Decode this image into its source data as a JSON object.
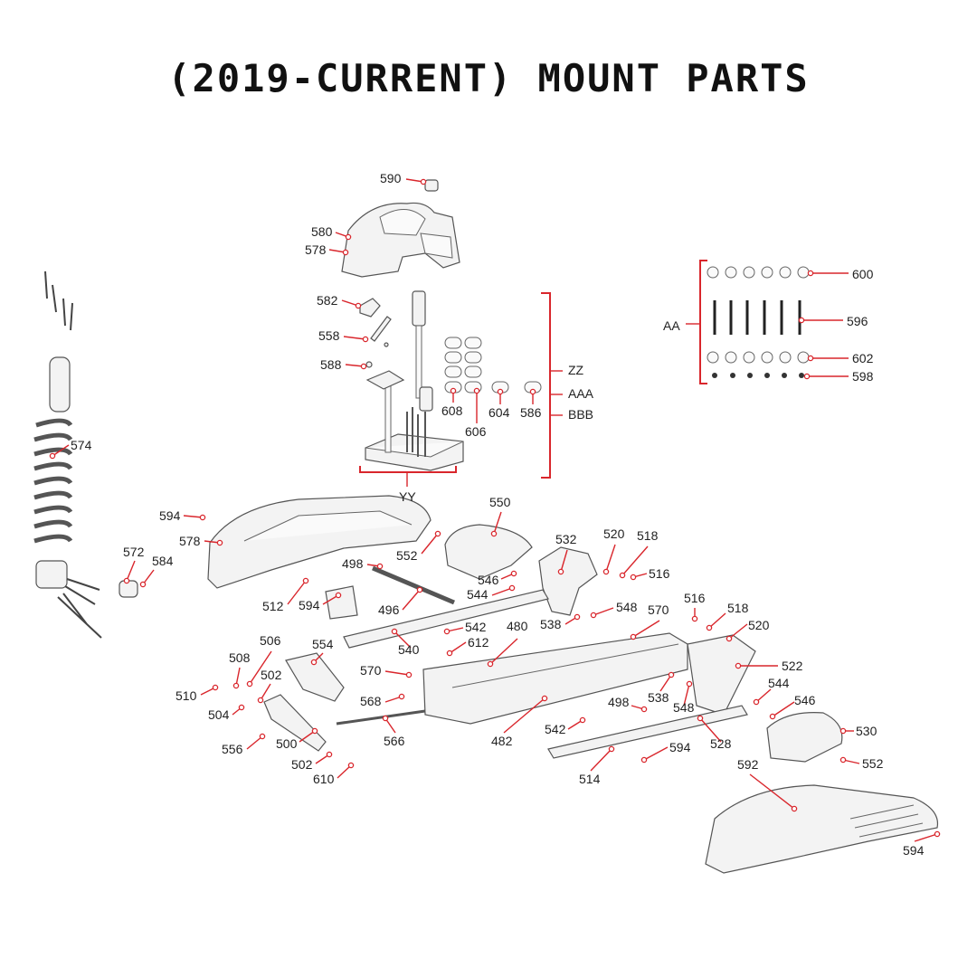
{
  "title": "(2019-CURRENT) MOUNT PARTS",
  "colors": {
    "leader": "#d9262c",
    "line": "#555555",
    "text": "#222222"
  },
  "group_labels": {
    "aa": "AA",
    "yy": "YY",
    "zz": "ZZ",
    "aaa": "AAA",
    "bbb": "BBB"
  },
  "callouts": [
    "590",
    "580",
    "578",
    "582",
    "558",
    "588",
    "608",
    "606",
    "604",
    "586",
    "600",
    "596",
    "602",
    "598",
    "574",
    "594",
    "578",
    "572",
    "584",
    "552",
    "550",
    "498",
    "496",
    "512",
    "594",
    "546",
    "544",
    "532",
    "520",
    "518",
    "516",
    "538",
    "548",
    "570",
    "516",
    "518",
    "520",
    "542",
    "612",
    "480",
    "540",
    "554",
    "506",
    "508",
    "502",
    "510",
    "504",
    "570",
    "568",
    "498",
    "538",
    "548",
    "544",
    "546",
    "522",
    "542",
    "482",
    "556",
    "500",
    "566",
    "502",
    "610",
    "514",
    "594",
    "528",
    "530",
    "552",
    "592",
    "594"
  ]
}
